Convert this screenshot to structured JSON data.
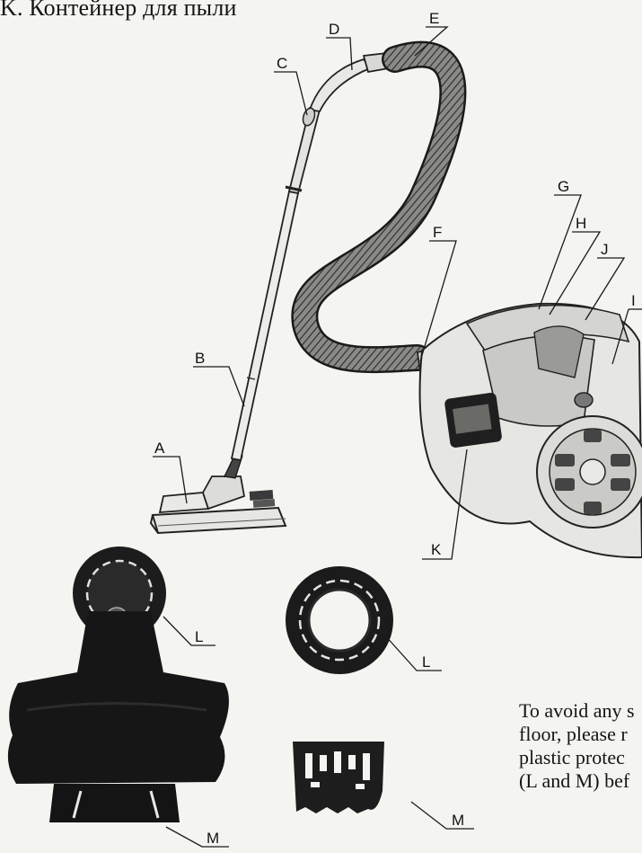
{
  "caption": "K. Контейнер для пыли",
  "labels": {
    "A": "A",
    "B": "B",
    "C": "C",
    "D": "D",
    "E": "E",
    "F": "F",
    "G": "G",
    "H": "H",
    "I": "I",
    "J": "J",
    "K": "K",
    "L1": "L",
    "L2": "L",
    "M1": "M",
    "M2": "M"
  },
  "note_lines": [
    "To avoid any s",
    "floor, please r",
    "plastic protec",
    "(L and M) bef"
  ],
  "colors": {
    "ink": "#151515",
    "paper": "#f4f4f1",
    "dark": "#1c1c1c"
  }
}
